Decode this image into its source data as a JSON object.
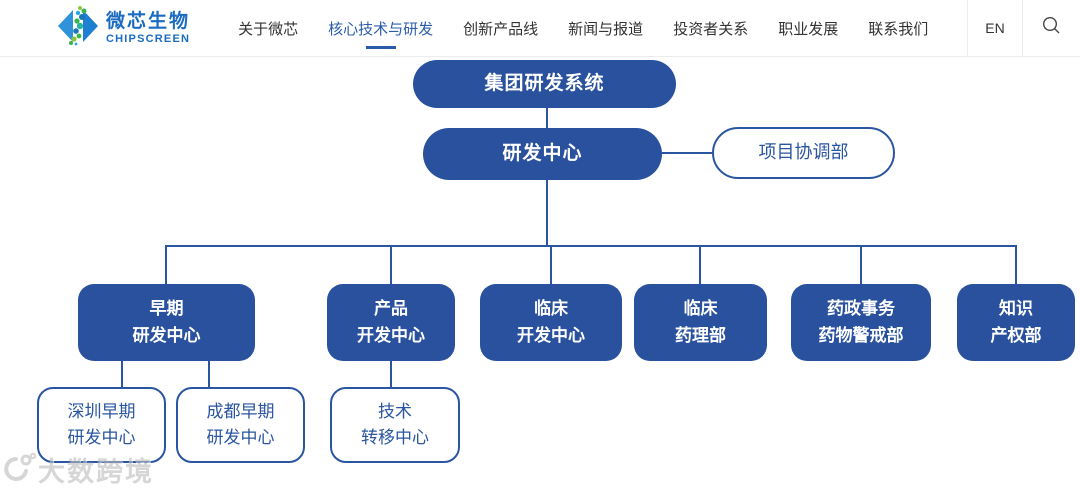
{
  "header": {
    "logo": {
      "cn": "微芯生物",
      "en": "CHIPSCREEN"
    },
    "nav_items": [
      {
        "label": "关于微芯",
        "active": false
      },
      {
        "label": "核心技术与研发",
        "active": true
      },
      {
        "label": "创新产品线",
        "active": false
      },
      {
        "label": "新闻与报道",
        "active": false
      },
      {
        "label": "投资者关系",
        "active": false
      },
      {
        "label": "职业发展",
        "active": false
      },
      {
        "label": "联系我们",
        "active": false
      }
    ],
    "lang_button": "EN",
    "search_icon": "magnifier-icon"
  },
  "org_chart": {
    "root": "集团研发系统",
    "level2": {
      "main": "研发中心",
      "side": "项目协调部"
    },
    "level3": [
      {
        "line1": "早期",
        "line2": "研发中心"
      },
      {
        "line1": "产品",
        "line2": "开发中心"
      },
      {
        "line1": "临床",
        "line2": "开发中心"
      },
      {
        "line1": "临床",
        "line2": "药理部"
      },
      {
        "line1": "药政事务",
        "line2": "药物警戒部"
      },
      {
        "line1": "知识",
        "line2": "产权部"
      }
    ],
    "level4": [
      {
        "line1": "深圳早期",
        "line2": "研发中心",
        "parent": "早期研发中心"
      },
      {
        "line1": "成都早期",
        "line2": "研发中心",
        "parent": "早期研发中心"
      },
      {
        "line1": "技术",
        "line2": "转移中心",
        "parent": "产品开发中心"
      }
    ]
  },
  "watermark": {
    "text": "大数跨境"
  },
  "colors": {
    "box_dark": "#2a519e",
    "line_blue": "#2a55a0",
    "nav_active": "#2b5caa",
    "logo_blue": "#1b6cc0"
  }
}
